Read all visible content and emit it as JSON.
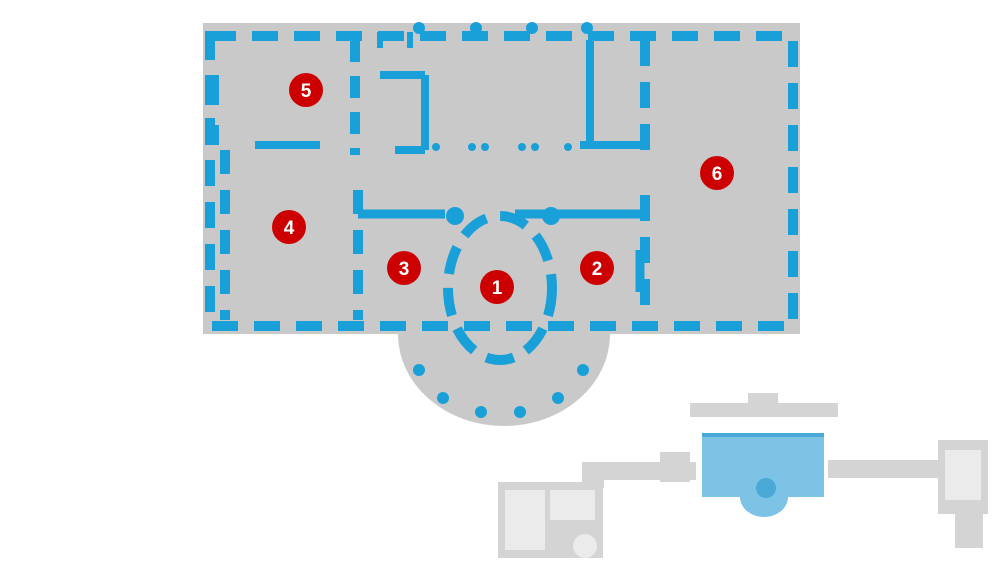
{
  "colors": {
    "floor": "#c9c9c9",
    "wall": "#1aa0d8",
    "marker": "#cc0000",
    "marker_text": "#ffffff",
    "locator_floor": "#d4d4d4",
    "locator_highlight": "#7cc3e6"
  },
  "rooms": [
    {
      "id": "room-1",
      "label": "1"
    },
    {
      "id": "room-2",
      "label": "2"
    },
    {
      "id": "room-3",
      "label": "3"
    },
    {
      "id": "room-4",
      "label": "4"
    },
    {
      "id": "room-5",
      "label": "5"
    },
    {
      "id": "room-6",
      "label": "6"
    }
  ]
}
